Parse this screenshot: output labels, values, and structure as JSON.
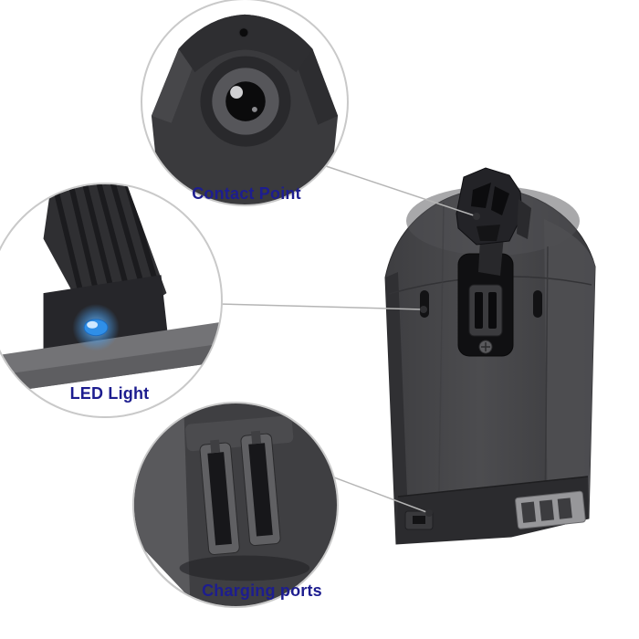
{
  "image": {
    "type": "annotated product photo",
    "subject": "replacement vacuum battery pack with three feature callouts"
  },
  "callouts": [
    {
      "id": "contact-point",
      "label": "Contact Point"
    },
    {
      "id": "led-light",
      "label": "LED Light"
    },
    {
      "id": "charging-ports",
      "label": "Charging ports"
    }
  ],
  "colors": {
    "label_text": "#1d1d8f",
    "circle_border": "#c9c9c9",
    "connector_line": "#b5b5b5",
    "led_blue": "#2f8fe8",
    "metal_contact": "#97979a",
    "page_bg": "#ffffff"
  }
}
